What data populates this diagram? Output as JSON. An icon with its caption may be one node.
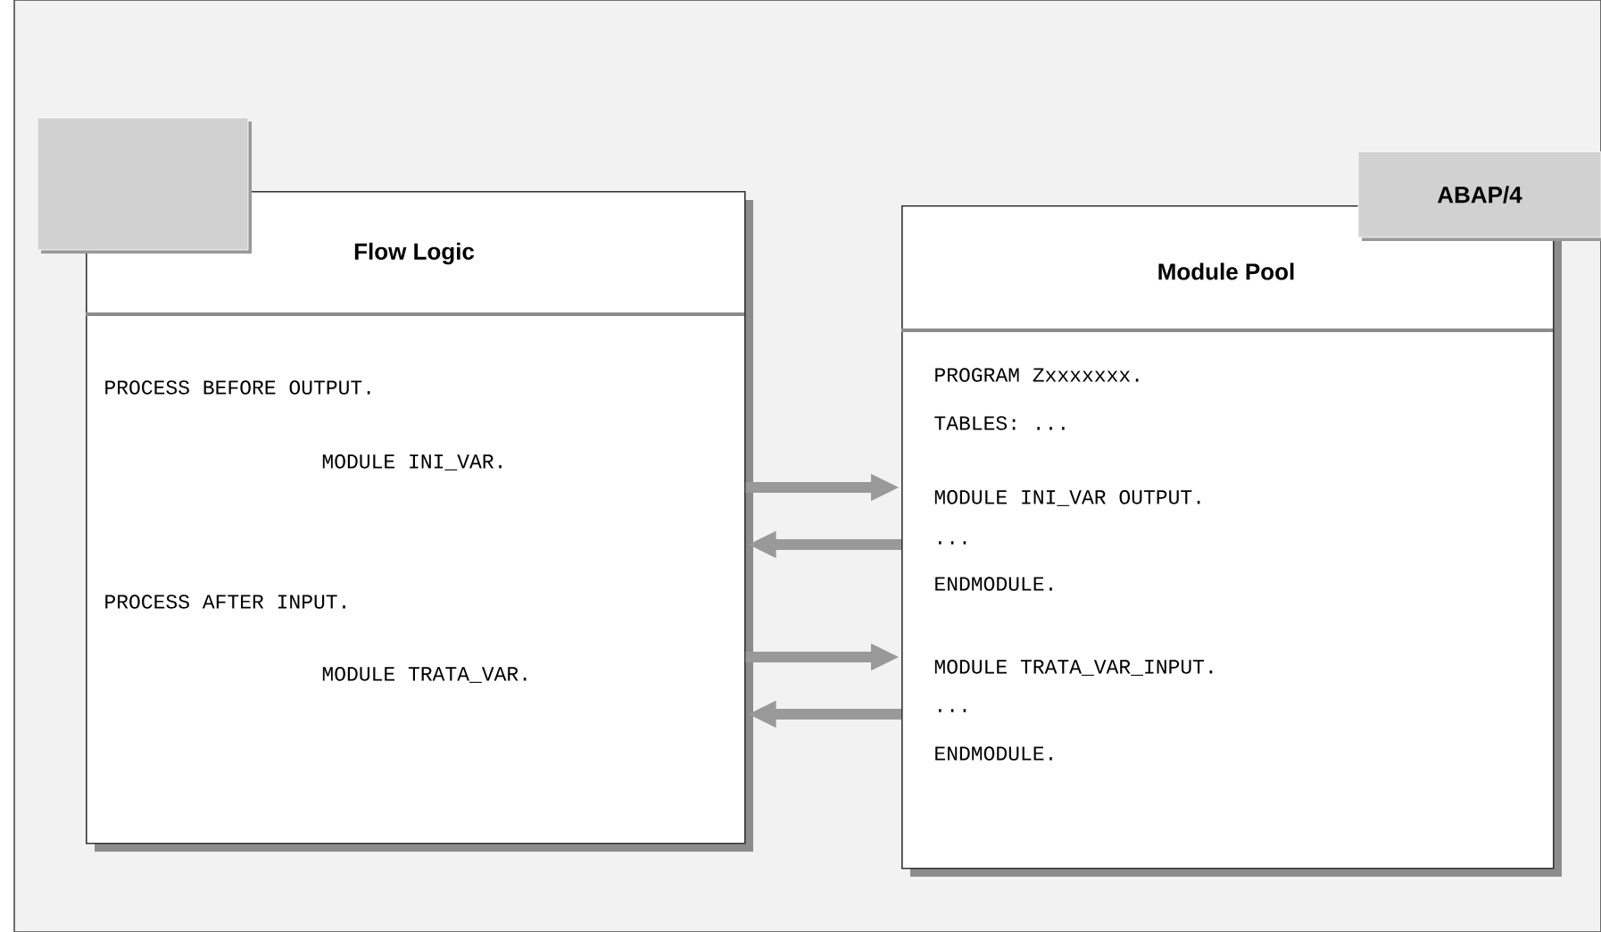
{
  "diagram": {
    "nodes": [
      {
        "text": [
          "Flow Logic",
          "PROCESS BEFORE OUTPUT.",
          "MODULE INI_VAR.",
          "PROCESS AFTER INPUT.",
          "MODULE TRATA_VAR."
        ]
      },
      {
        "text": [
          "Module Pool",
          "PROGRAM Zxxxxxxx.",
          "TABLES: ...",
          "MODULE INI_VAR OUTPUT.",
          "...",
          "ENDMODULE.",
          "MODULE TRATA_VAR_INPUT.",
          "...",
          "ENDMODULE."
        ]
      },
      {
        "text": [],
        "shape": "box"
      },
      {
        "text": [
          "ABAP/4"
        ]
      }
    ],
    "edges": [
      {
        "from": 0,
        "to": 1,
        "arrow": "to"
      },
      {
        "from": 1,
        "to": 0,
        "arrow": "to"
      },
      {
        "from": 0,
        "to": 1,
        "arrow": "to"
      },
      {
        "from": 1,
        "to": 0,
        "arrow": "to"
      }
    ]
  }
}
